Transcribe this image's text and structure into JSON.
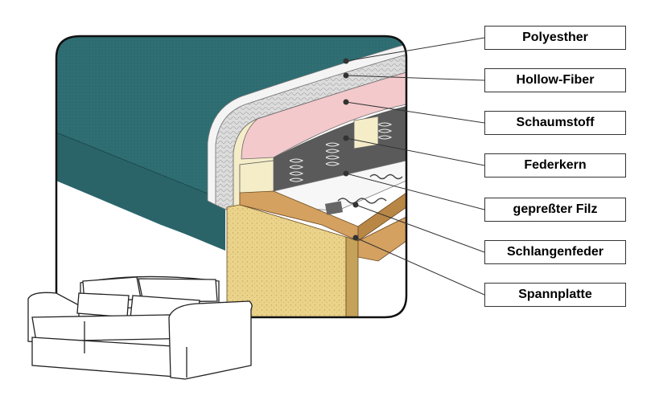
{
  "labels": [
    {
      "id": "polyesther",
      "text": "Polyesther"
    },
    {
      "id": "hollow-fiber",
      "text": "Hollow-Fiber"
    },
    {
      "id": "schaumstoff",
      "text": "Schaumstoff"
    },
    {
      "id": "federkern",
      "text": "Federkern"
    },
    {
      "id": "gepresster-filz",
      "text": "gepreßter Filz"
    },
    {
      "id": "schlangenfeder",
      "text": "Schlangenfeder"
    },
    {
      "id": "spannplatte",
      "text": "Spannplatte"
    }
  ],
  "colors": {
    "fabric": "#2e6d72",
    "fabric_dark": "#245a5f",
    "polyester": "#f4f4f4",
    "hollow_fiber": "#d9d9d9",
    "foam": "#f3c9cc",
    "foam_side": "#f5edc8",
    "spring_core": "#555555",
    "chipboard": "#ead38a",
    "wood": "#d4a160",
    "felt": "#f7f7f7"
  },
  "icons": [
    "sofa-illustration",
    "cross-section-illustration"
  ]
}
